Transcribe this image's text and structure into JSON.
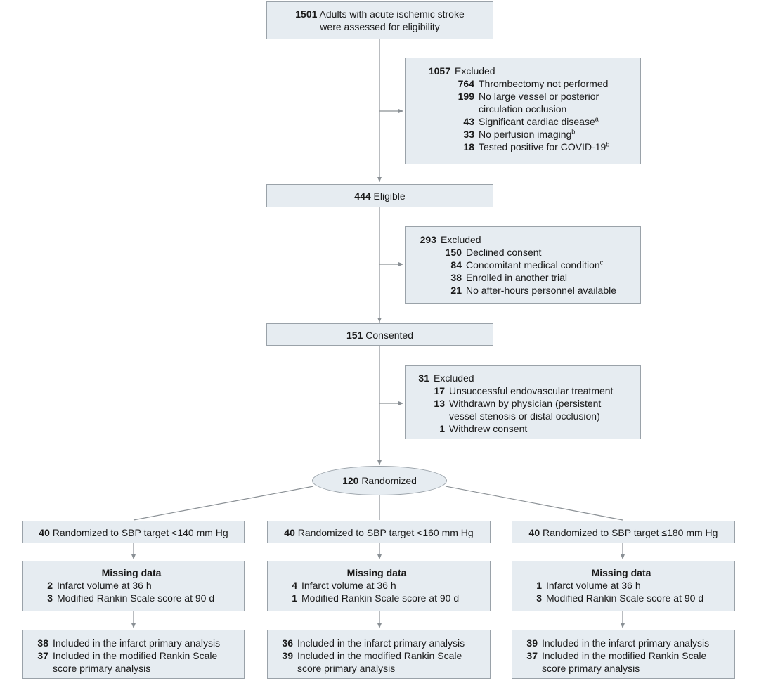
{
  "assessed": {
    "n": "1501",
    "lines": [
      "Adults with acute ischemic stroke",
      "were assessed for eligibility"
    ]
  },
  "excluded1": {
    "n": "1057",
    "label": "Excluded",
    "items": [
      {
        "n": "764",
        "text": "Thrombectomy not performed",
        "sup": ""
      },
      {
        "n": "199",
        "text": "No large vessel or posterior circulation occlusion",
        "sup": ""
      },
      {
        "n": "43",
        "text": "Significant cardiac disease",
        "sup": "a"
      },
      {
        "n": "33",
        "text": "No perfusion imaging",
        "sup": "b"
      },
      {
        "n": "18",
        "text": "Tested positive for COVID-19",
        "sup": "b"
      }
    ]
  },
  "eligible": {
    "n": "444",
    "label": "Eligible"
  },
  "excluded2": {
    "n": "293",
    "label": "Excluded",
    "items": [
      {
        "n": "150",
        "text": "Declined consent",
        "sup": ""
      },
      {
        "n": "84",
        "text": "Concomitant medical condition",
        "sup": "c"
      },
      {
        "n": "38",
        "text": "Enrolled in another trial",
        "sup": ""
      },
      {
        "n": "21",
        "text": "No after-hours personnel available",
        "sup": ""
      }
    ]
  },
  "consented": {
    "n": "151",
    "label": "Consented"
  },
  "excluded3": {
    "n": "31",
    "label": "Excluded",
    "items": [
      {
        "n": "17",
        "text": "Unsuccessful endovascular treatment",
        "sup": ""
      },
      {
        "n": "13",
        "text": "Withdrawn by physician (persistent vessel stenosis or distal occlusion)",
        "sup": ""
      },
      {
        "n": "1",
        "text": "Withdrew consent",
        "sup": ""
      }
    ]
  },
  "randomized": {
    "n": "120",
    "label": "Randomized"
  },
  "arms": [
    {
      "n": "40",
      "label": "Randomized to SBP target <140 mm Hg",
      "missing_title": "Missing data",
      "missing": [
        {
          "n": "2",
          "text": "Infarct volume at 36 h"
        },
        {
          "n": "3",
          "text": "Modified Rankin Scale score at 90 d"
        }
      ],
      "included": [
        {
          "n": "38",
          "text": "Included in the infarct primary analysis"
        },
        {
          "n": "37",
          "text": "Included in the modified Rankin Scale score primary analysis"
        }
      ]
    },
    {
      "n": "40",
      "label": "Randomized to SBP target <160 mm Hg",
      "missing_title": "Missing data",
      "missing": [
        {
          "n": "4",
          "text": "Infarct volume at 36 h"
        },
        {
          "n": "1",
          "text": "Modified Rankin Scale score at 90 d"
        }
      ],
      "included": [
        {
          "n": "36",
          "text": "Included in the infarct primary analysis"
        },
        {
          "n": "39",
          "text": "Included in the modified Rankin Scale score primary analysis"
        }
      ]
    },
    {
      "n": "40",
      "label": "Randomized to SBP target ≤180 mm Hg",
      "missing_title": "Missing data",
      "missing": [
        {
          "n": "1",
          "text": "Infarct volume at 36 h"
        },
        {
          "n": "3",
          "text": "Modified Rankin Scale score at 90 d"
        }
      ],
      "included": [
        {
          "n": "39",
          "text": "Included in the infarct primary analysis"
        },
        {
          "n": "37",
          "text": "Included in the modified Rankin Scale score primary analysis"
        }
      ]
    }
  ]
}
